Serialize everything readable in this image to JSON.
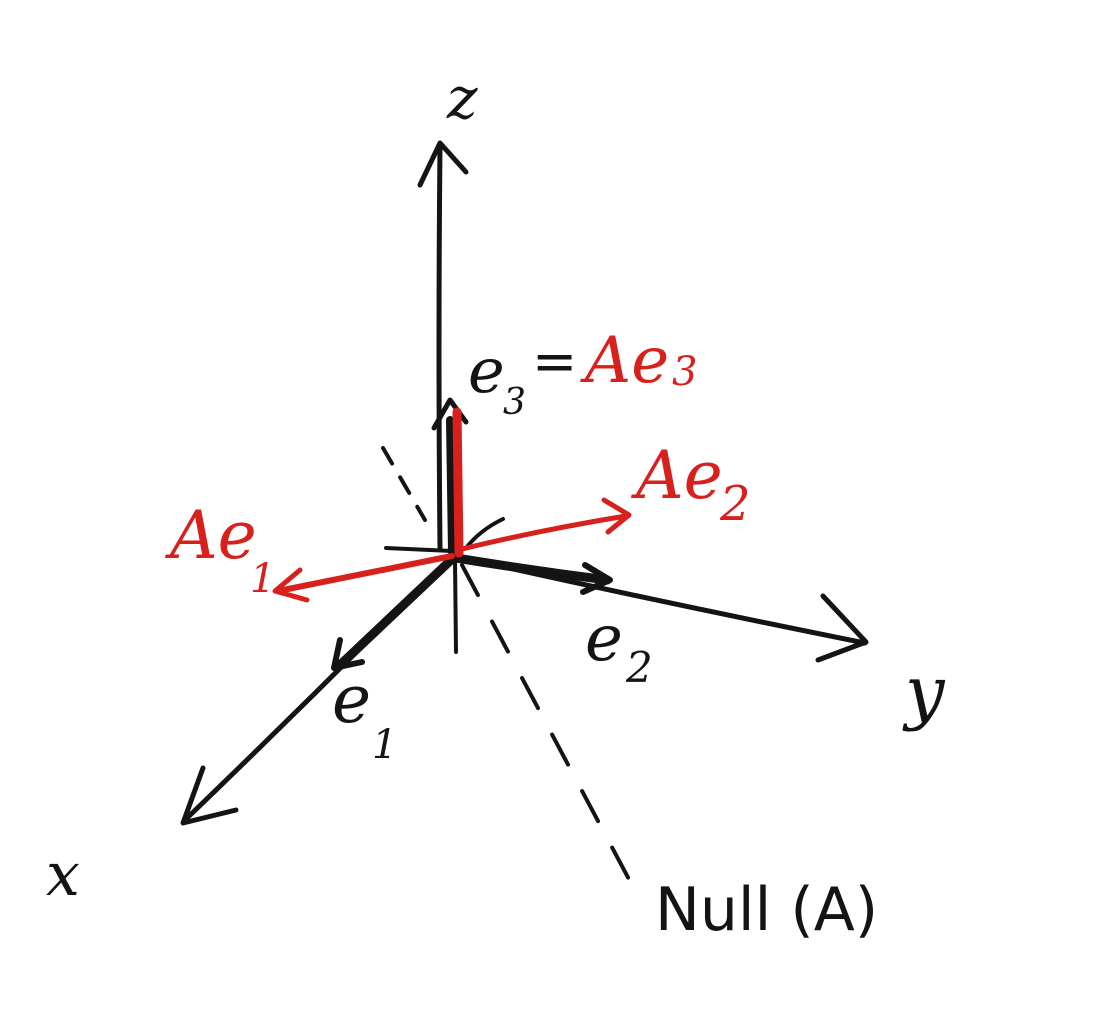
{
  "colors": {
    "ink": "#141414",
    "accent": "#d8201c",
    "background": "#ffffff"
  },
  "axes": {
    "x_label": "x",
    "y_label": "y",
    "z_label": "z"
  },
  "basis": {
    "e1_label": "e",
    "e1_sub": "1",
    "e2_label": "e",
    "e2_sub": "2",
    "e3_label": "e",
    "e3_sub": "3"
  },
  "images": {
    "eq_sign": "=",
    "Ae1_label": "Ae",
    "Ae1_sub": "1",
    "Ae2_label": "Ae",
    "Ae2_sub": "2",
    "Ae3_label": "Ae",
    "Ae3_sub": "3"
  },
  "null_space_label": "Null (A)"
}
